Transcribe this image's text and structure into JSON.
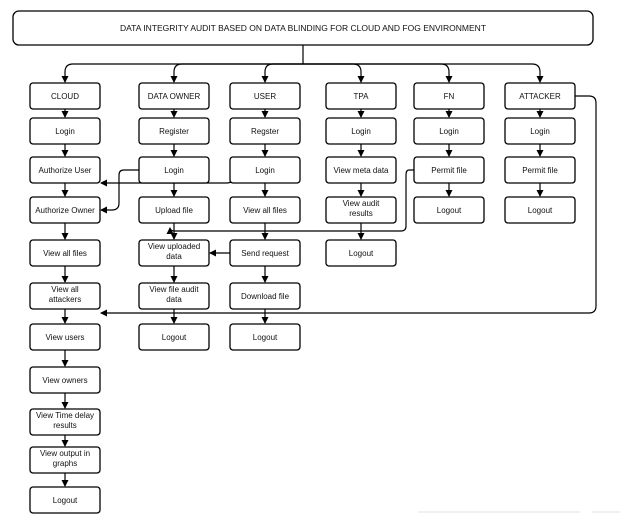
{
  "diagram": {
    "title": "DATA INTEGRITY AUDIT BASED ON DATA BLINDING FOR CLOUD AND FOG ENVIRONMENT",
    "columns": [
      {
        "id": "cloud",
        "header": "CLOUD",
        "items": [
          "Login",
          "Authorize User",
          "Authorize Owner",
          "View all files",
          "View all attackers",
          "View users",
          "View owners",
          "View Time delay results",
          "View output in graphs",
          "Logout"
        ]
      },
      {
        "id": "owner",
        "header": "DATA OWNER",
        "items": [
          "Register",
          "Login",
          "Upload file",
          "View uploaded data",
          "View file audit data",
          "Logout"
        ]
      },
      {
        "id": "user",
        "header": "USER",
        "items": [
          "Regster",
          "Login",
          "View all files",
          "Send request",
          "Download file",
          "Logout"
        ]
      },
      {
        "id": "tpa",
        "header": "TPA",
        "items": [
          "Login",
          "View meta data",
          "View audit results",
          "Logout"
        ]
      },
      {
        "id": "fn",
        "header": "FN",
        "items": [
          "Login",
          "Permit file",
          "Logout"
        ]
      },
      {
        "id": "attacker",
        "header": "ATTACKER",
        "items": [
          "Login",
          "Permit file",
          "Logout"
        ]
      }
    ]
  },
  "colors": {
    "stroke": "#000000",
    "fill": "#ffffff",
    "text": "#111111"
  }
}
